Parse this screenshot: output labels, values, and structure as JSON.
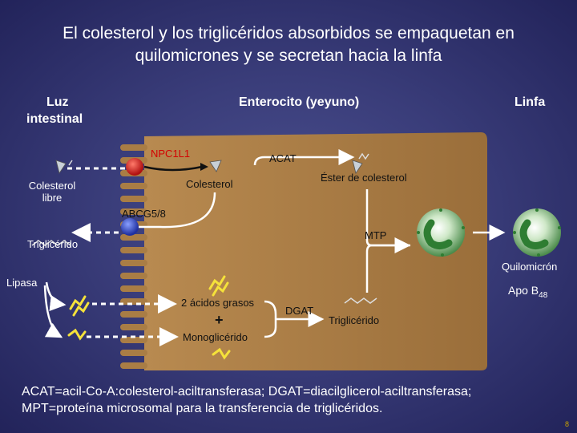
{
  "title": {
    "line1": "El colesterol y los triglicéridos absorbidos se  empaquetan en",
    "line2": "quilomicrones y se secretan hacia la linfa"
  },
  "headers": {
    "lumen_line1": "Luz",
    "lumen_line2": "intestinal",
    "enterocyte": "Enterocito (yeyuno)",
    "lymph": "Linfa"
  },
  "labels": {
    "npc1l1": "NPC1L1",
    "acat": "ACAT",
    "free_chol_line1": "Colesterol",
    "free_chol_line2": "libre",
    "cholesterol": "Colesterol",
    "chol_ester": "Éster de colesterol",
    "abcg": "ABCG5/8",
    "mtp": "MTP",
    "triglyceride_lumen": "Triglicérido",
    "chylomicron": "Quilomicrón",
    "lipase": "Lipasa",
    "apo_b": "Apo B",
    "apo_b_sub": "48",
    "fatty_acids": "2 ácidos grasos",
    "plus": "+",
    "monoglyceride": "Monoglicérido",
    "dgat": "DGAT",
    "triglyceride_cell": "Triglicérido"
  },
  "footer": {
    "line1": "ACAT=acil-Co-A:colesterol-aciltransferasa; DGAT=diacilglicerol-aciltransferasa;",
    "line2": "MPT=proteína microsomal para la transferencia de triglicéridos."
  },
  "page_number": "8",
  "colors": {
    "background": "#3a3d7a",
    "cell": "#a97d45",
    "npc1l1": "#d02020",
    "abcg": "#3048c8",
    "chylomicron": "#2e7d32",
    "lipid": "#f5e23a"
  }
}
